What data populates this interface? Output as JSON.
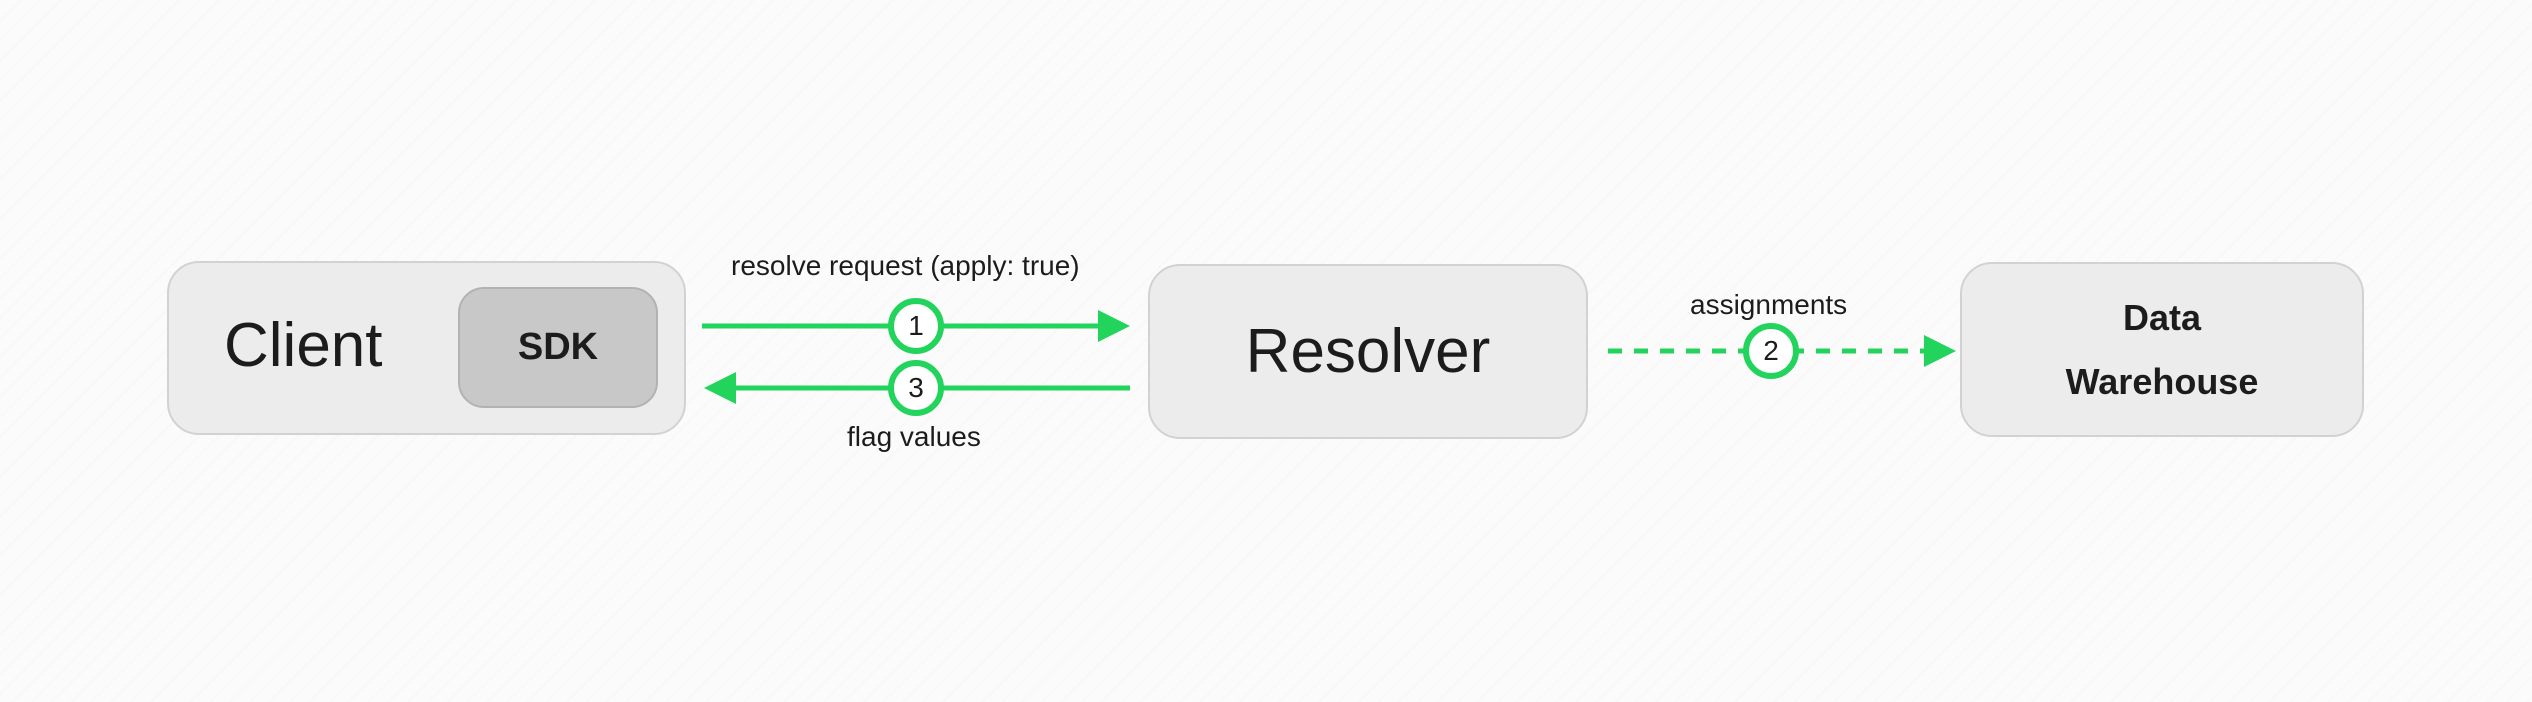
{
  "nodes": {
    "client": {
      "title": "Client",
      "sdk_label": "SDK"
    },
    "resolver": {
      "title": "Resolver"
    },
    "warehouse": {
      "line1": "Data",
      "line2": "Warehouse"
    }
  },
  "edges": {
    "resolve_request": {
      "label": "resolve request (apply: true)",
      "step": "1"
    },
    "flag_values": {
      "label": "flag values",
      "step": "3"
    },
    "assignments": {
      "label": "assignments",
      "step": "2"
    }
  },
  "colors": {
    "accent": "#22d35c",
    "box_fill": "#ececec",
    "box_border": "#d2d2d2",
    "sdk_fill": "#c8c8c8",
    "text": "#1c1c1c"
  }
}
